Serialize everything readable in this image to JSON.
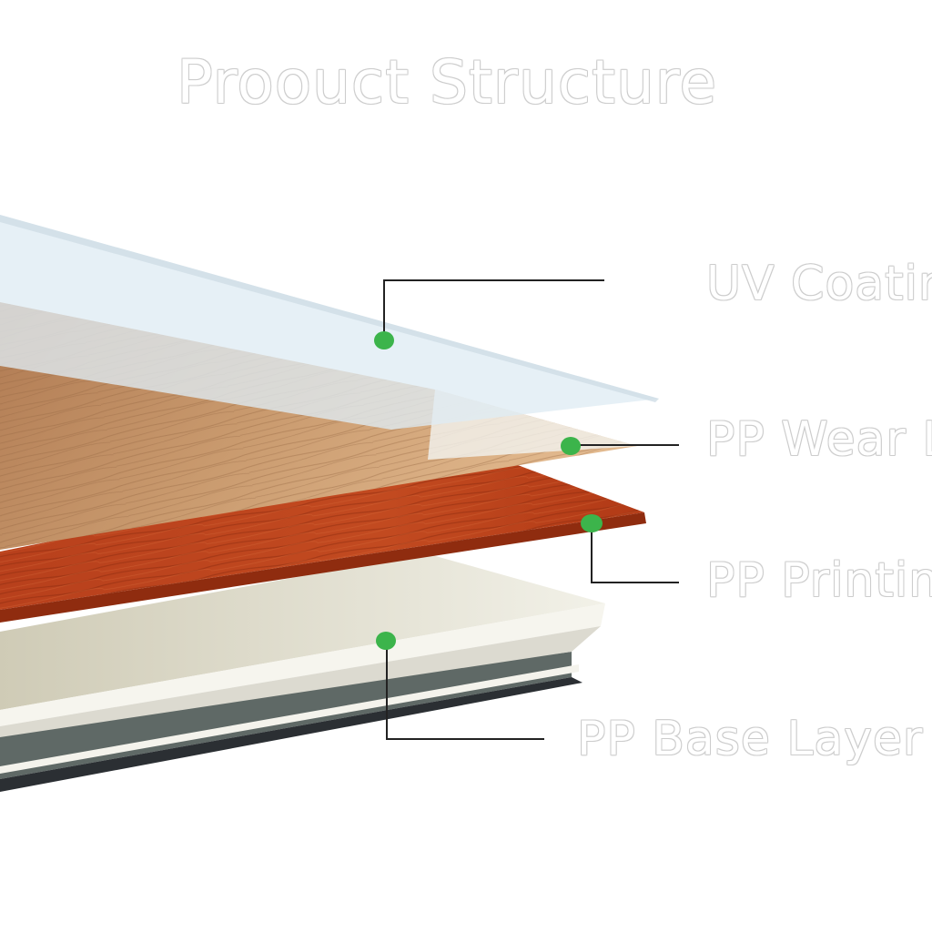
{
  "diagram": {
    "title": "Proouct Structure",
    "layers": [
      {
        "id": "uv",
        "label": "UV Coatin",
        "color": "#e3eef4"
      },
      {
        "id": "wear",
        "label": "PP Wear L",
        "color": "#f0f3ef"
      },
      {
        "id": "print",
        "label": "PP Printin",
        "color": "#b4431e"
      },
      {
        "id": "base",
        "label": "PP Base Layer",
        "color": "#ecebdf"
      }
    ],
    "marker_color": "#3cb44b",
    "leader_color": "#222222"
  }
}
